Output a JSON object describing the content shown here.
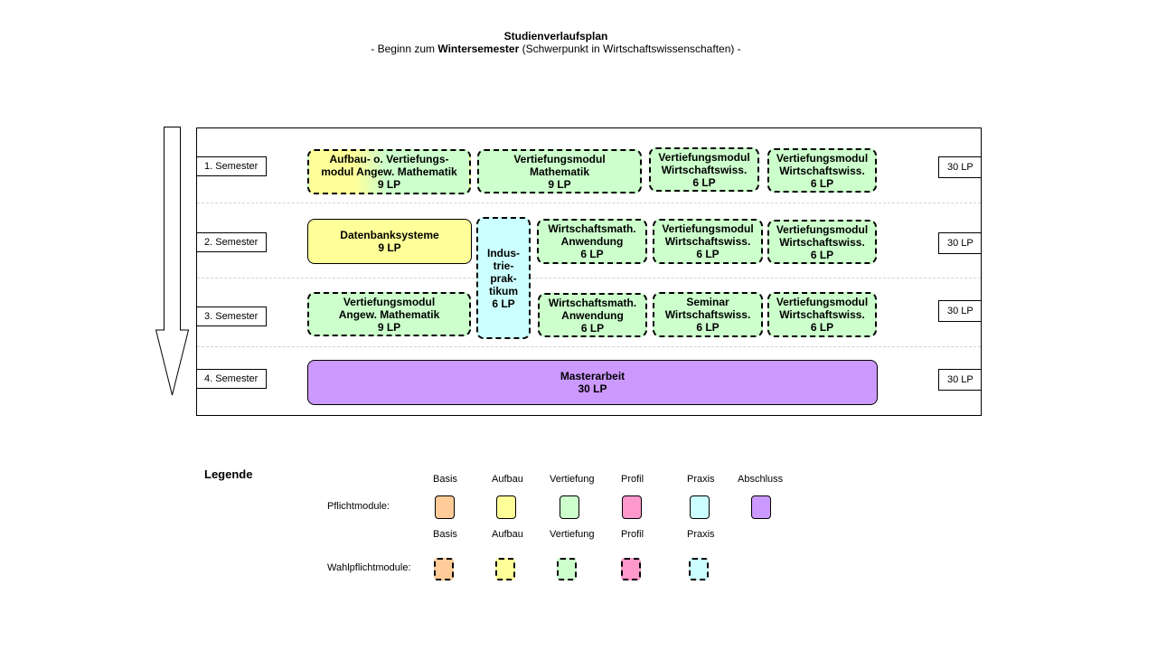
{
  "header": {
    "title": "Studienverlaufsplan",
    "subtitle_pre": "- Beginn zum ",
    "subtitle_bold": "Wintersemester",
    "subtitle_post": " (Schwerpunkt in Wirtschaftswissenschaften) -"
  },
  "semesters": [
    {
      "label": "1. Semester",
      "lp": "30 LP"
    },
    {
      "label": "2. Semester",
      "lp": "30 LP"
    },
    {
      "label": "3. Semester",
      "lp": "30 LP"
    },
    {
      "label": "4. Semester",
      "lp": "30 LP"
    }
  ],
  "modules": {
    "s1_aufbau_vert_math": {
      "text": "Aufbau- o. Vertiefungs-\nmodul Angew. Mathematik\n9 LP"
    },
    "s1_vert_math": {
      "text": "Vertiefungsmodul\nMathematik\n9 LP"
    },
    "s1_vert_wiwi_1": {
      "text": "Vertiefungsmodul\nWirtschaftswiss.\n6 LP"
    },
    "s1_vert_wiwi_2": {
      "text": "Vertiefungsmodul\nWirtschaftswiss.\n6 LP"
    },
    "s2_datenbank": {
      "text": "Datenbanksysteme\n9 LP"
    },
    "s23_industrie": {
      "text": "Indus-\ntrie-\nprak-\ntikum\n6 LP"
    },
    "s2_wima_anw": {
      "text": "Wirtschaftsmath.\nAnwendung\n6 LP"
    },
    "s2_vert_wiwi_1": {
      "text": "Vertiefungsmodul\nWirtschaftswiss.\n6 LP"
    },
    "s2_vert_wiwi_2": {
      "text": "Vertiefungsmodul\nWirtschaftswiss.\n6 LP"
    },
    "s3_vert_angew_math": {
      "text": "Vertiefungsmodul\nAngew. Mathematik\n9 LP"
    },
    "s3_wima_anw": {
      "text": "Wirtschaftsmath.\nAnwendung\n6 LP"
    },
    "s3_seminar": {
      "text": "Seminar\nWirtschaftswiss.\n6 LP"
    },
    "s3_vert_wiwi": {
      "text": "Vertiefungsmodul\nWirtschaftswiss.\n6 LP"
    },
    "s4_master": {
      "text": "Masterarbeit\n30 LP"
    }
  },
  "legend": {
    "title": "Legende",
    "pflicht_label": "Pflichtmodule:",
    "wahl_label": "Wahlpflichtmodule:",
    "pflicht_cols": [
      "Basis",
      "Aufbau",
      "Vertiefung",
      "Profil",
      "Praxis",
      "Abschluss"
    ],
    "wahl_cols": [
      "Basis",
      "Aufbau",
      "Vertiefung",
      "Profil",
      "Praxis"
    ]
  },
  "colors": {
    "basis": "#ffcc99",
    "aufbau": "#ffff99",
    "vertiefung": "#ccffcc",
    "profil": "#ff99cc",
    "praxis": "#ccffff",
    "abschluss": "#cc99ff"
  }
}
